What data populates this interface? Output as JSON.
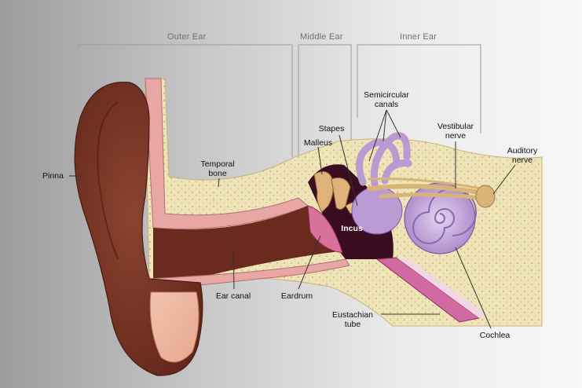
{
  "regions": {
    "outer_ear": "Outer Ear",
    "middle_ear": "Middle Ear",
    "inner_ear": "Inner Ear"
  },
  "labels": {
    "pinna": "Pinna",
    "temporal_bone_line1": "Temporal",
    "temporal_bone_line2": "bone",
    "malleus": "Malleus",
    "stapes": "Stapes",
    "incus": "Incus",
    "semicircular_line1": "Semicircular",
    "semicircular_line2": "canals",
    "vestibular_line1": "Vestibular",
    "vestibular_line2": "nerve",
    "auditory_line1": "Auditory",
    "auditory_line2": "nerve",
    "ear_canal": "Ear canal",
    "eardrum": "Eardrum",
    "eustachian_line1": "Eustachian",
    "eustachian_line2": "tube",
    "cochlea": "Cochlea"
  },
  "colors": {
    "bone": "#efe3b8",
    "skin": "#7a3526",
    "skin_dark": "#5a2218",
    "canal_lining": "#e7a9a5",
    "inner_ear": "#b99ad3",
    "cavity": "#3a0c20",
    "nerve": "#d9b479",
    "tube": "#d06aa0"
  }
}
